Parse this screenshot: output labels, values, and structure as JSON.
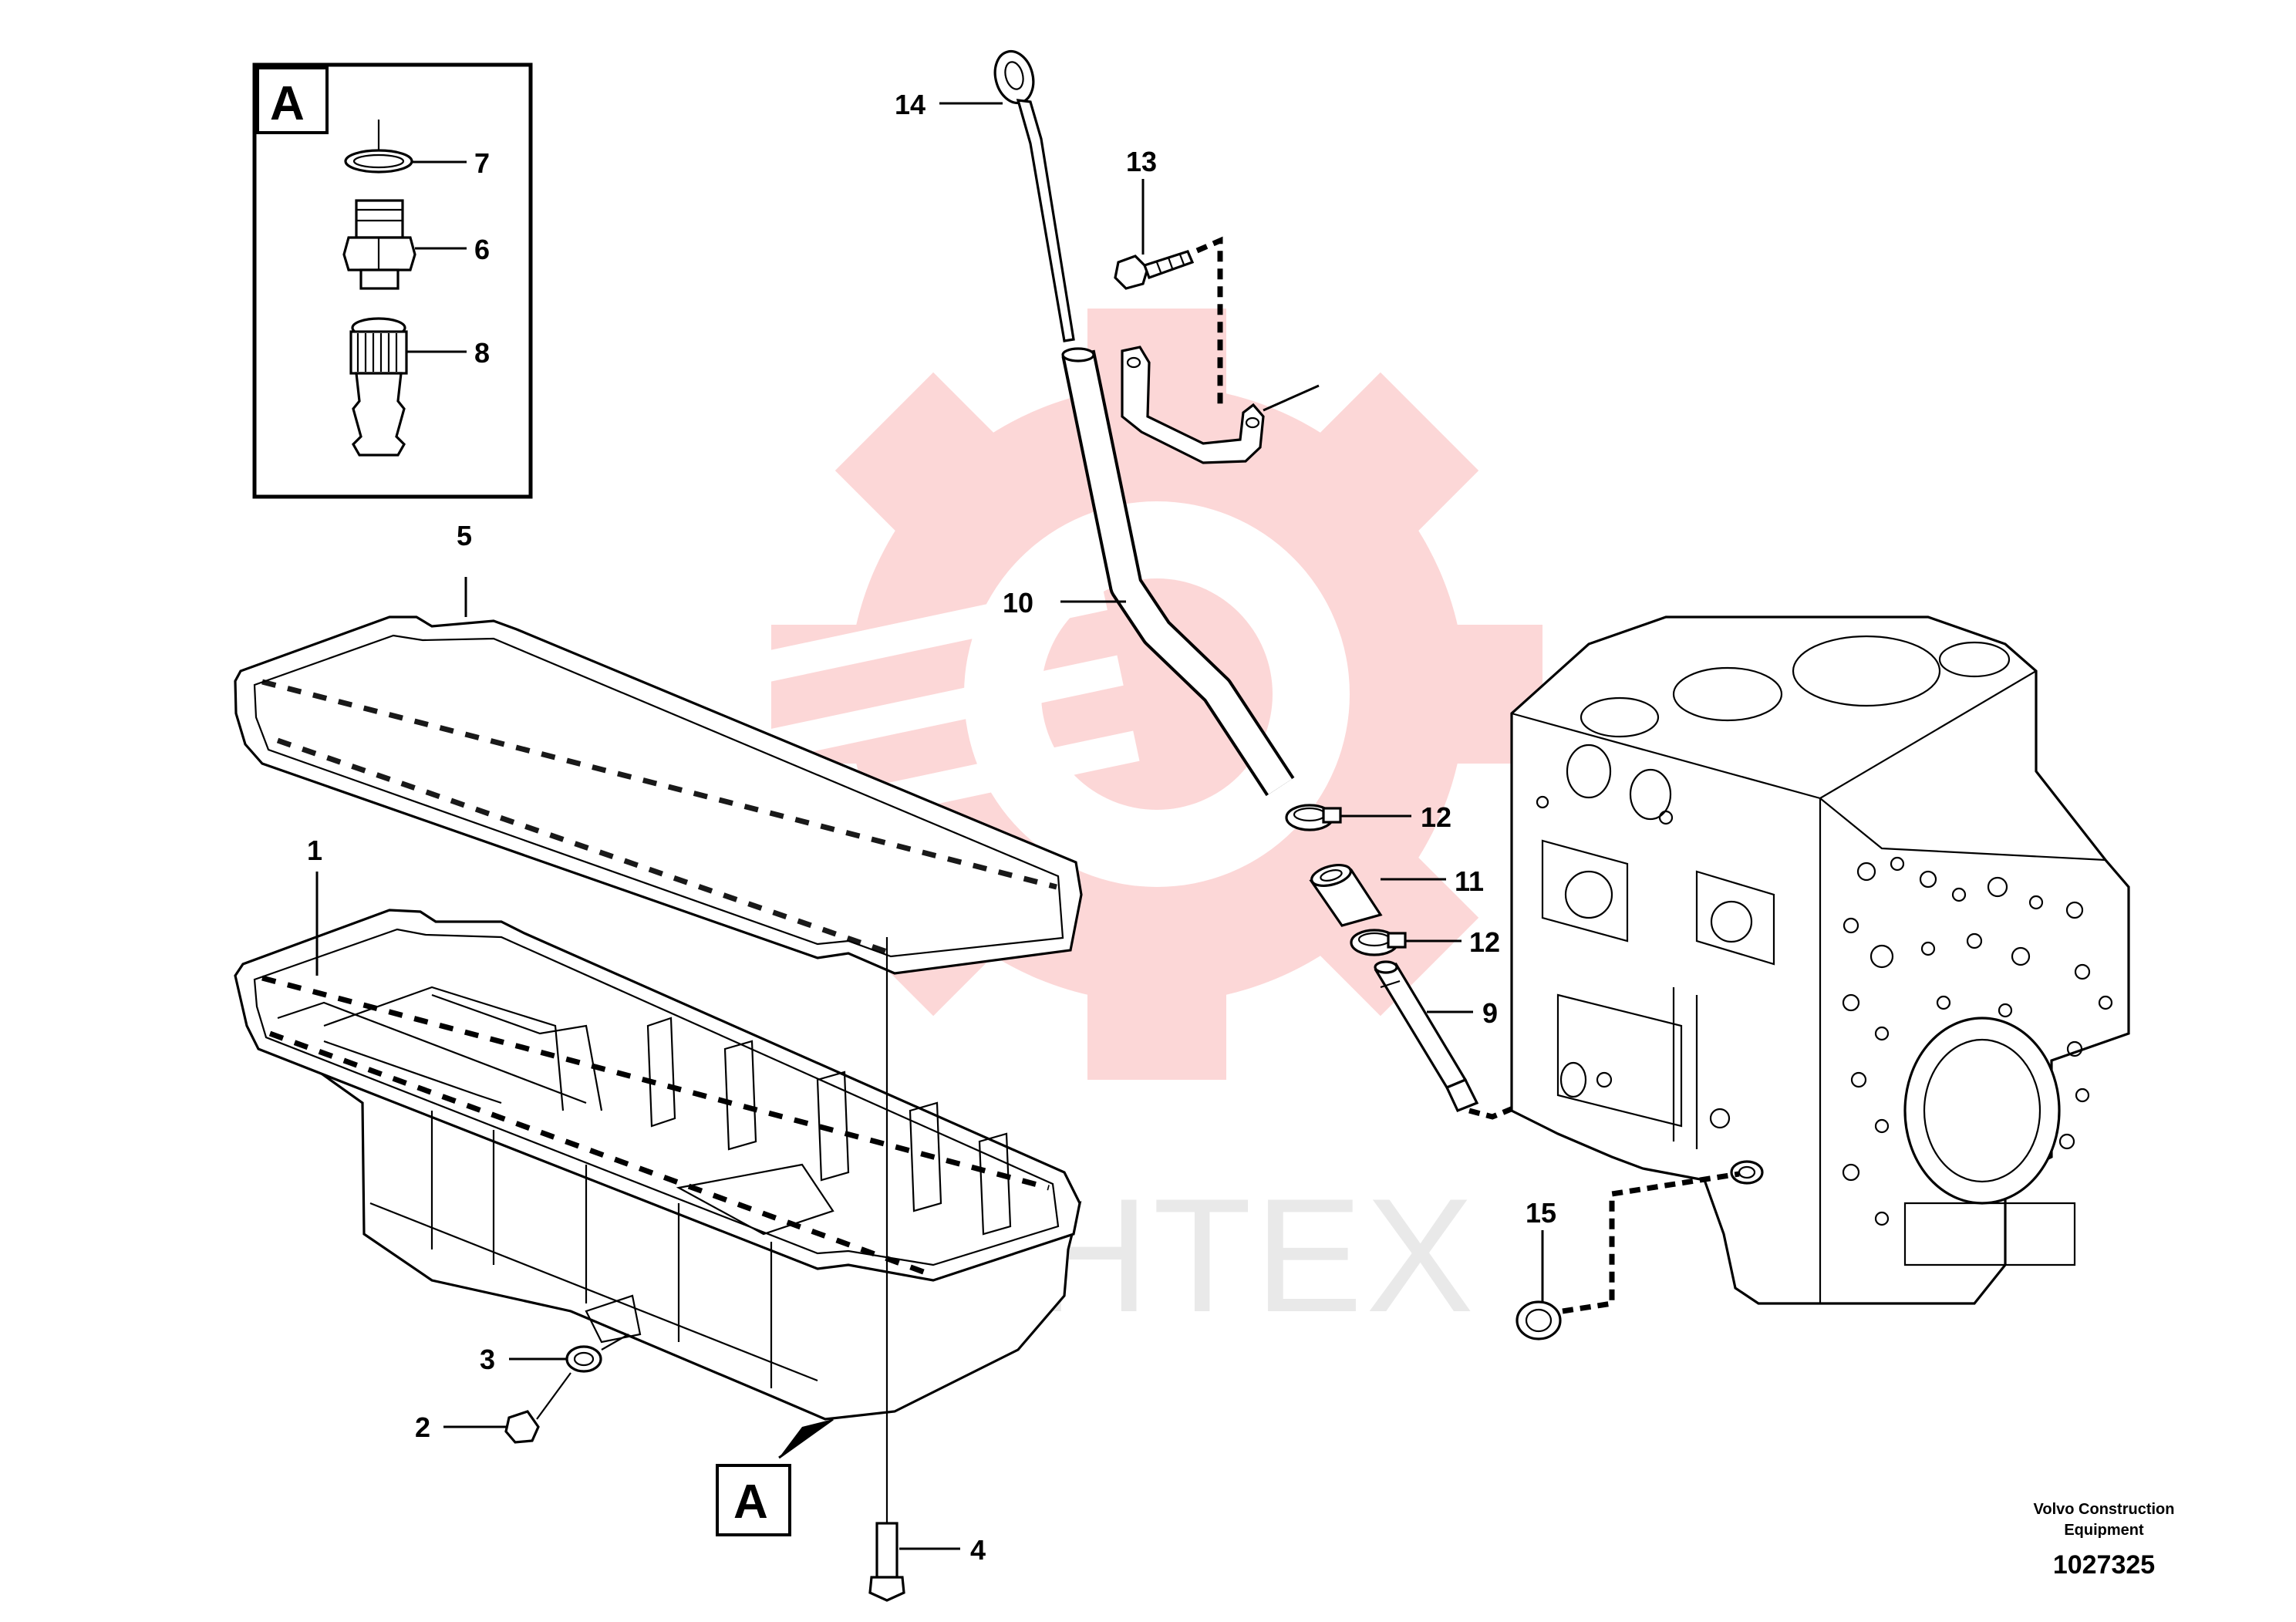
{
  "watermark": {
    "text": "MHTEX",
    "color": "#ef4a4a"
  },
  "detail_box": {
    "label": "A"
  },
  "detail_ref": {
    "label": "A"
  },
  "callouts": {
    "c1": "1",
    "c2": "2",
    "c3": "3",
    "c4": "4",
    "c5": "5",
    "c6": "6",
    "c7": "7",
    "c8": "8",
    "c9": "9",
    "c10": "10",
    "c11": "11",
    "c12a": "12",
    "c12b": "12",
    "c13": "13",
    "c14": "14",
    "c15": "15"
  },
  "footer": {
    "company_line1": "Volvo Construction",
    "company_line2": "Equipment",
    "drawing_number": "1027325"
  }
}
